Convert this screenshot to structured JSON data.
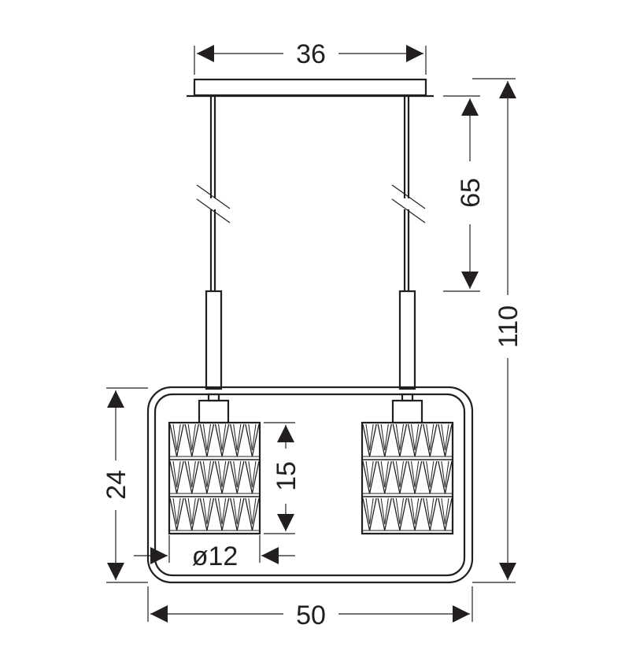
{
  "title": "Pendant lamp dimension drawing",
  "dimensions": {
    "canopy_width": "36",
    "cord_length": "65",
    "total_height": "110",
    "frame_height": "24",
    "shade_height": "15",
    "shade_diameter": "ø12",
    "frame_width": "50"
  },
  "colors": {
    "line": "#231f20",
    "background": "#ffffff"
  }
}
